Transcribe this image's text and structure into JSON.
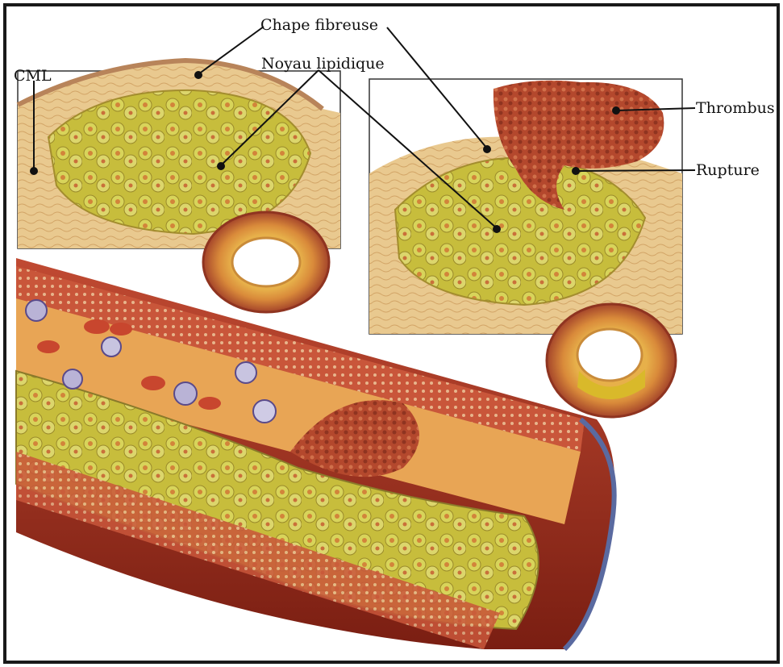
{
  "labels": {
    "cml": "CML",
    "chape_fibreuse": "Chape fibreuse",
    "noyau_lipidique": "Noyau lipidique",
    "thrombus": "Thrombus",
    "rupture": "Rupture"
  },
  "colors": {
    "frame": "#1a1a1a",
    "tissue": "#e7c48a",
    "lipid": "#c9c23a",
    "thrombus": "#b5452a",
    "vessel_wall": "#c3502f"
  }
}
